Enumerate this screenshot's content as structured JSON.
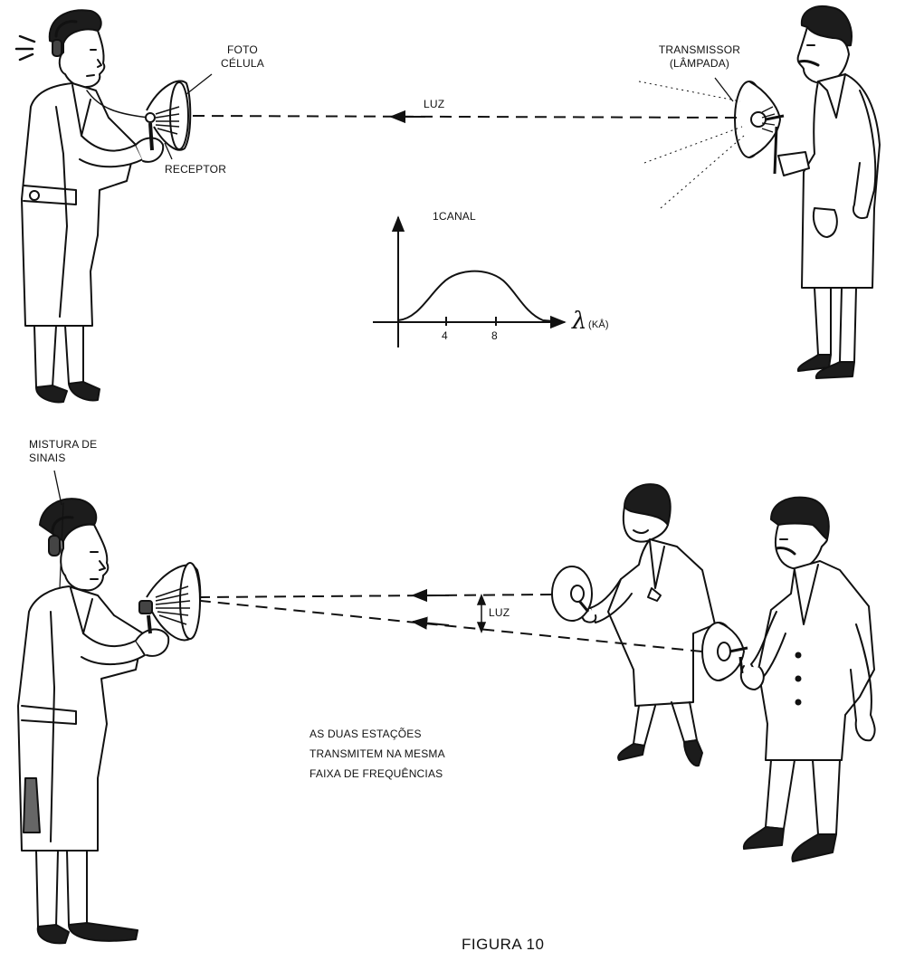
{
  "top": {
    "foto_line1": "FOTO",
    "foto_line2": "CÉLULA",
    "receptor": "RECEPTOR",
    "transmissor_line1": "TRANSMISSOR",
    "transmissor_line2": "(LÂMPADA)",
    "luz": "LUZ"
  },
  "graph": {
    "title": "1CANAL",
    "ticks": [
      "4",
      "8"
    ],
    "axis_symbol": "λ",
    "axis_unit": "(KÅ)"
  },
  "bottom": {
    "mistura_line1": "MISTURA DE",
    "mistura_line2": "SINAIS",
    "luz": "LUZ",
    "note_line1": "AS DUAS ESTAÇÕES",
    "note_line2": "TRANSMITEM NA MESMA",
    "note_line3": "FAIXA DE FREQUÊNCIAS"
  },
  "caption": "FIGURA 10"
}
